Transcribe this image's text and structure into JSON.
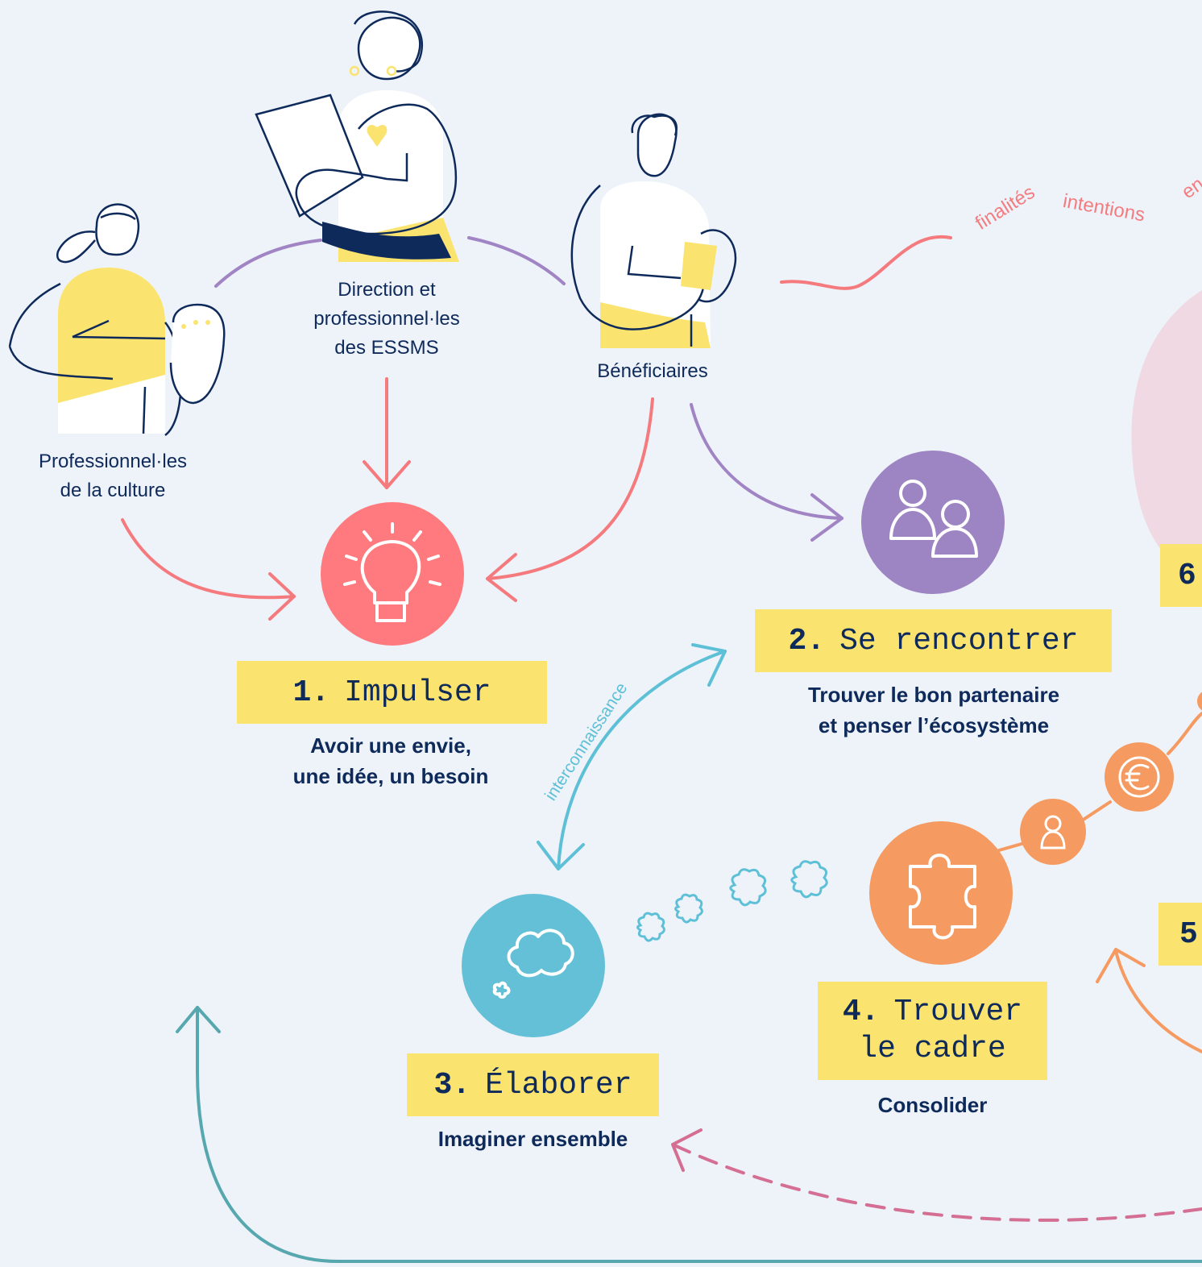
{
  "colors": {
    "background": "#EEF2F9",
    "navy": "#0E2A5A",
    "yellow": "#FAE36E",
    "coral": "#F47A7E",
    "purple": "#A184C4",
    "teal": "#5EC0D6",
    "orange": "#F59A60",
    "pink_bubble": "#F0D9E2",
    "dashed_pink": "#D46E92",
    "teal_dark": "#56A8AE"
  },
  "actors": {
    "culture": "Professionnel·les\nde la culture",
    "direction": "Direction et\nprofessionnel·les\ndes ESSMS",
    "beneficiaires": "Bénéficiaires"
  },
  "steps": [
    {
      "num": "1.",
      "title": "Impulser",
      "subtitle": "Avoir une envie,\nune idée, un besoin",
      "icon": "lightbulb-icon"
    },
    {
      "num": "2.",
      "title": "Se rencontrer",
      "subtitle": "Trouver le bon partenaire\net penser l’écosystème",
      "icon": "people-icon"
    },
    {
      "num": "3.",
      "title": "Élaborer",
      "subtitle": "Imaginer ensemble",
      "icon": "cloud-icon"
    },
    {
      "num": "4.",
      "title": "Trouver",
      "title2": "le cadre",
      "subtitle": "Consolider",
      "icon": "puzzle-icon"
    },
    {
      "num": "5"
    },
    {
      "num": "6"
    }
  ],
  "annotations": {
    "interconnaissance": "interconnaissance",
    "finalites": "finalités",
    "intentions": "intentions",
    "partial": "en"
  },
  "icons": [
    "person-icon",
    "euro-icon"
  ]
}
